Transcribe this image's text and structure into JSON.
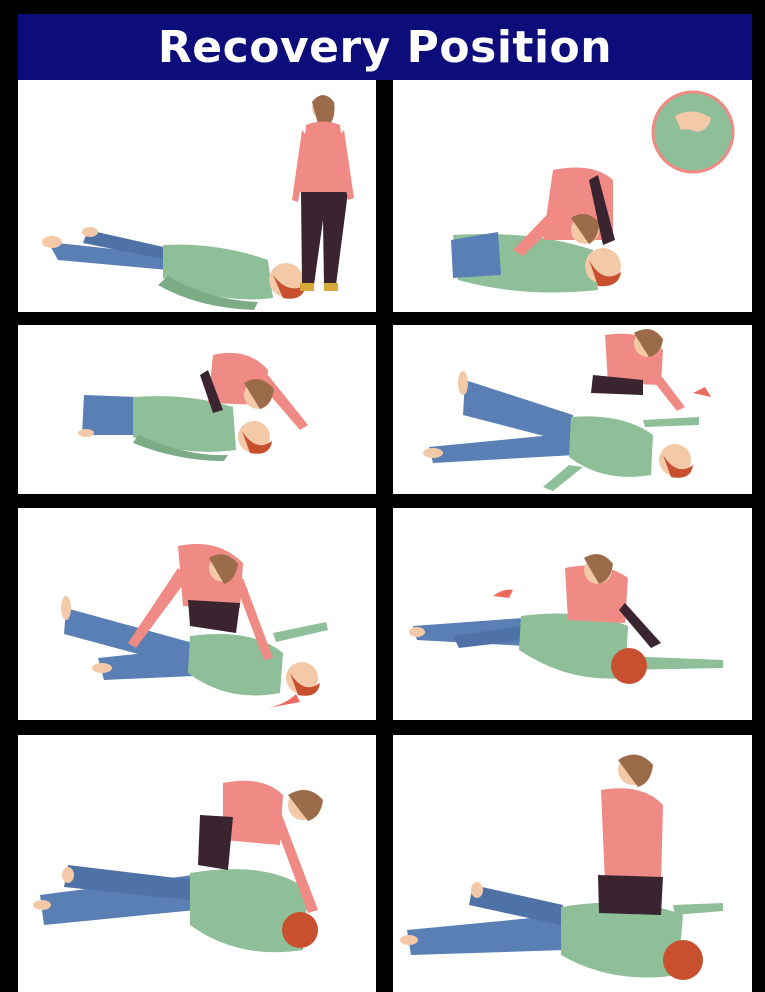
{
  "header": {
    "title": "Recovery Position"
  },
  "colors": {
    "banner": "#0c0c7a",
    "frame": "#000000",
    "patient_shirt": "#8fbf99",
    "patient_jeans": "#5a7fb5",
    "patient_hair": "#c8502e",
    "skin": "#f3c9a8",
    "helper_shirt": "#ef8a84",
    "helper_pants": "#3a2430",
    "helper_hair": "#9c6b4a",
    "arrow": "#ef6a5e"
  },
  "steps": [
    {
      "id": 1,
      "scene": "person lying on back, helper standing nearby"
    },
    {
      "id": 2,
      "scene": "helper leaning over to check breathing; inset of hand on chest"
    },
    {
      "id": 3,
      "scene": "helper kneeling, listening close to face"
    },
    {
      "id": 4,
      "scene": "helper kneeling, moving near arm outward"
    },
    {
      "id": 5,
      "scene": "helper bending far knee and placing hand under cheek"
    },
    {
      "id": 6,
      "scene": "helper rolling person onto side"
    },
    {
      "id": 7,
      "scene": "helper adjusting upper leg and head"
    },
    {
      "id": 8,
      "scene": "person in recovery position, helper kneeling behind"
    }
  ]
}
